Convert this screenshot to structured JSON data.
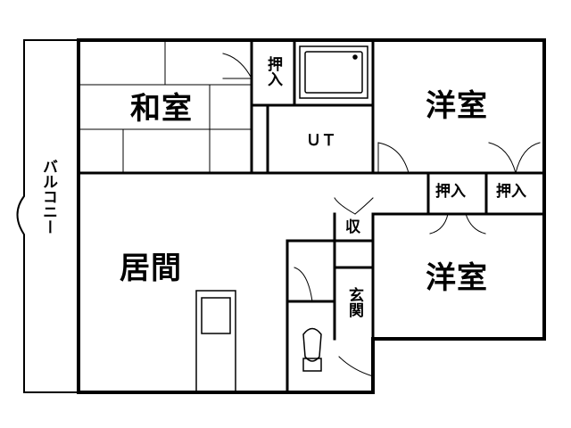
{
  "rooms": {
    "washitsu": "和室",
    "ut": "ＵＴ",
    "yoshitsu_top": "洋室",
    "yoshitsu_bottom": "洋室",
    "ima": "居間",
    "balcony": "バルコニー",
    "oshiire_top": "押入",
    "oshiire_mid_left": "押入",
    "oshiire_mid_right": "押入",
    "shuno": "収",
    "genkan": "玄関"
  }
}
